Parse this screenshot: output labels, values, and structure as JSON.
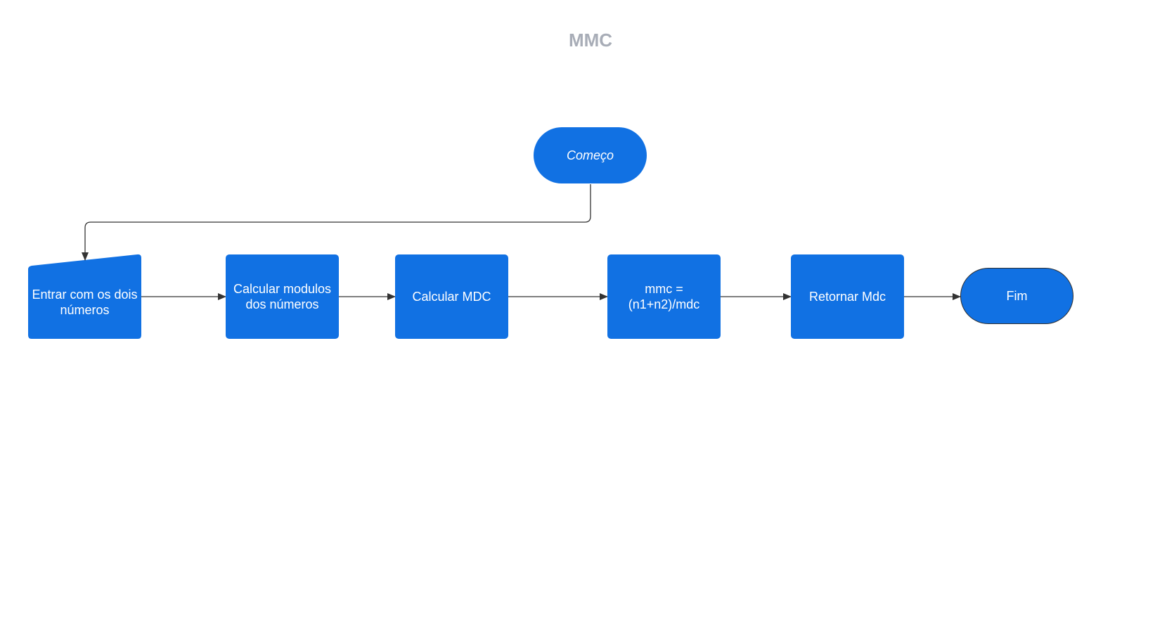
{
  "diagram": {
    "title": "MMC",
    "colors": {
      "node_fill": "#1171e3",
      "node_text": "#ffffff",
      "connector": "#333333",
      "title": "#a8adb7"
    },
    "nodes": {
      "start": {
        "label": "Começo",
        "shape": "terminator"
      },
      "input": {
        "label": "Entrar com os dois números",
        "shape": "manual-input"
      },
      "modulos": {
        "label": "Calcular modulos dos números",
        "shape": "process"
      },
      "mdc": {
        "label": "Calcular MDC",
        "shape": "process"
      },
      "mmc": {
        "label": "mmc = (n1+n2)/mdc",
        "shape": "process"
      },
      "retornar": {
        "label": "Retornar Mdc",
        "shape": "process"
      },
      "end": {
        "label": "Fim",
        "shape": "terminator"
      }
    },
    "edges": [
      {
        "from": "start",
        "to": "input"
      },
      {
        "from": "input",
        "to": "modulos"
      },
      {
        "from": "modulos",
        "to": "mdc"
      },
      {
        "from": "mdc",
        "to": "mmc"
      },
      {
        "from": "mmc",
        "to": "retornar"
      },
      {
        "from": "retornar",
        "to": "end"
      }
    ]
  }
}
